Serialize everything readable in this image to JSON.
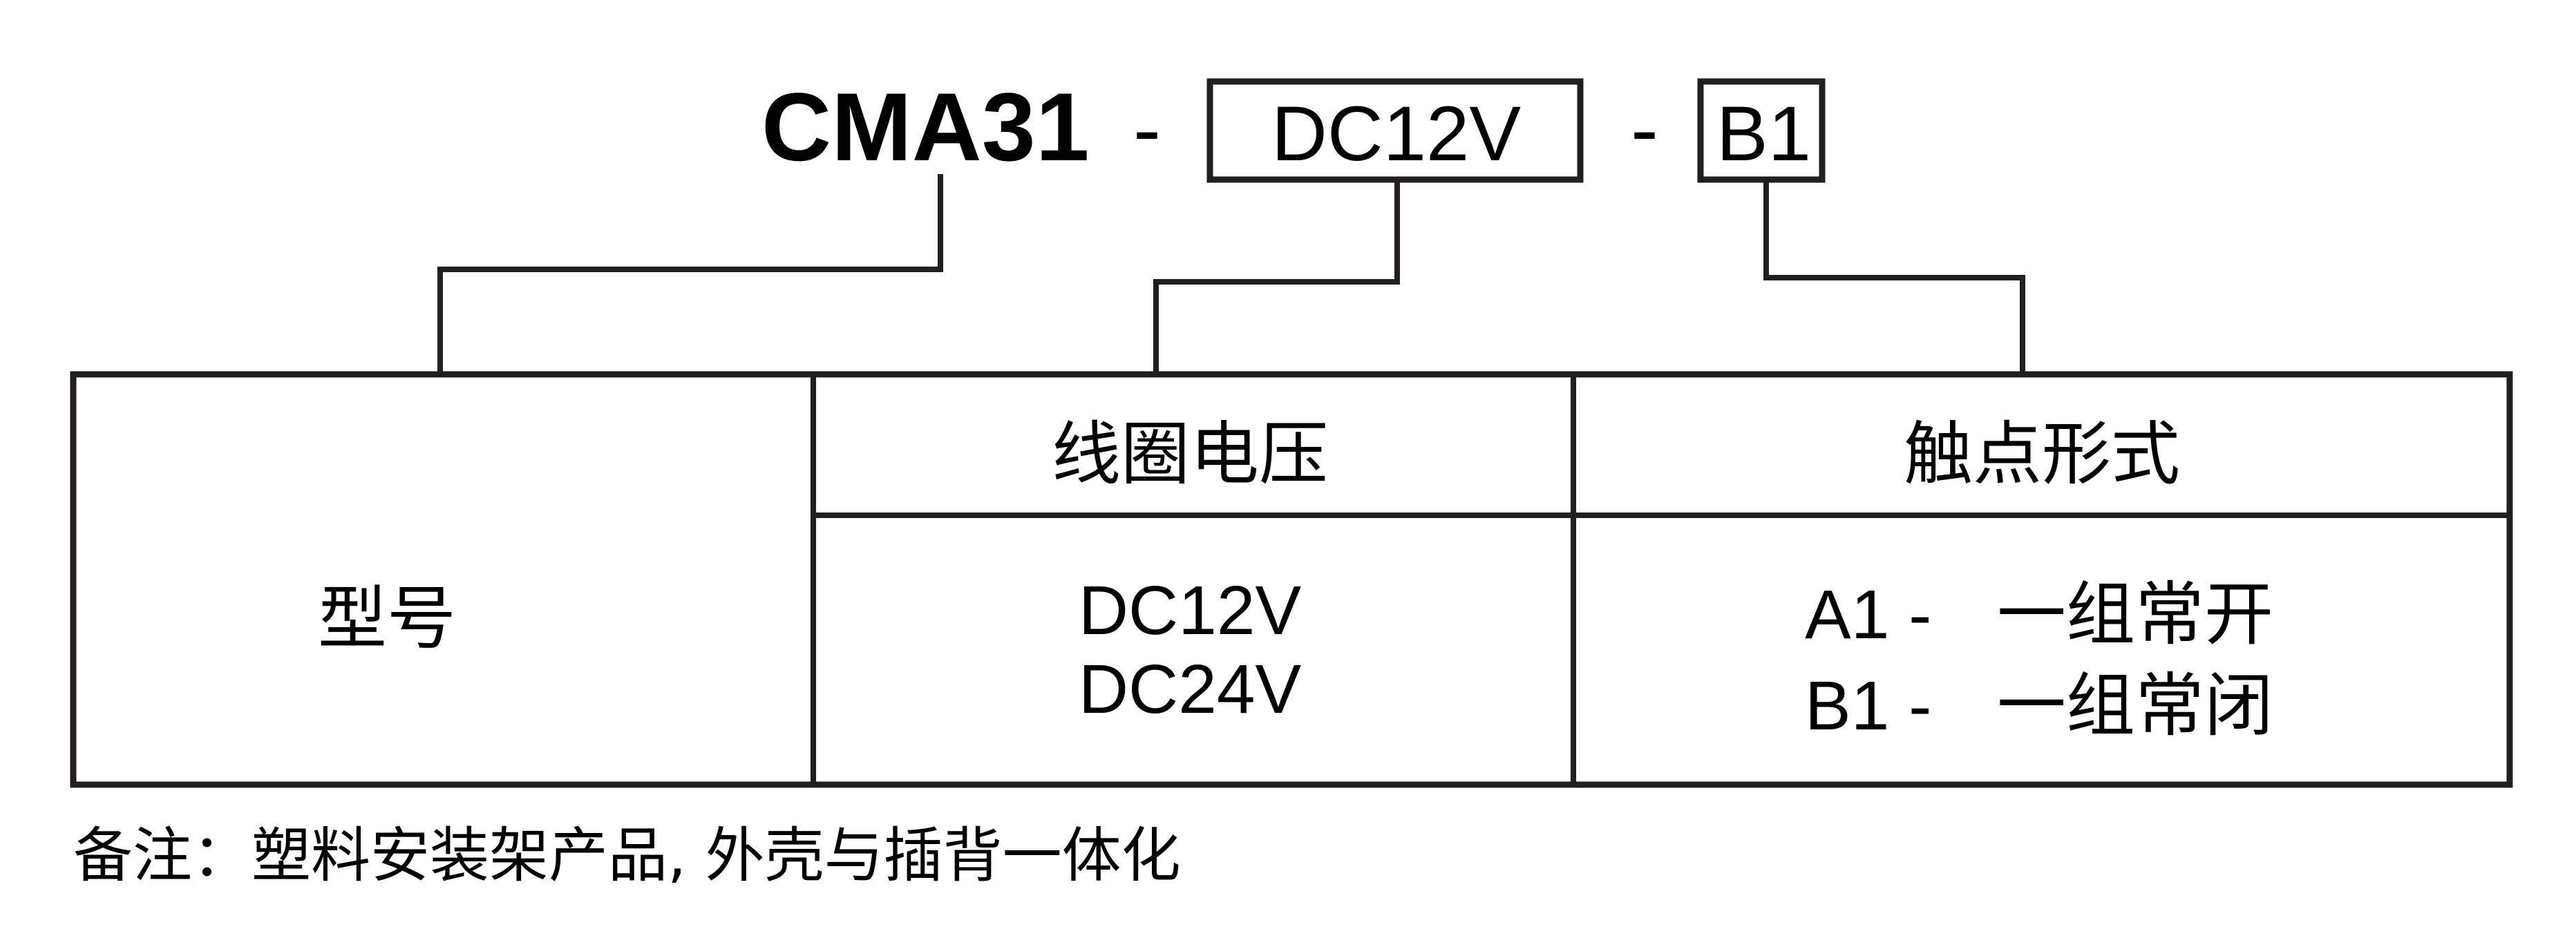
{
  "model_code": {
    "base": "CMA31",
    "separator": "-",
    "voltage_code": "DC12V",
    "contact_code": "B1"
  },
  "table": {
    "model_label": "型号",
    "columns": [
      {
        "header": "线圈电压",
        "options": [
          "DC12V",
          "DC24V"
        ]
      },
      {
        "header": "触点形式",
        "options": [
          {
            "code": "A1 -",
            "desc": "一组常开"
          },
          {
            "code": "B1 -",
            "desc": "一组常闭"
          }
        ]
      }
    ]
  },
  "note": "备注：塑料安装架产品, 外壳与插背一体化",
  "colors": {
    "ink": "#231f20",
    "background": "#ffffff"
  }
}
